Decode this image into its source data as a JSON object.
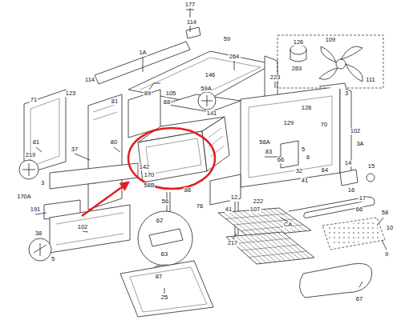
{
  "diagram": {
    "labels": [
      "177",
      "114",
      "59",
      "1A",
      "264",
      "126",
      "109",
      "263",
      "111",
      "114",
      "223",
      "146",
      "59A",
      "71",
      "123",
      "81",
      "89",
      "105",
      "88",
      "141",
      "128",
      "129",
      "3",
      "70",
      "102",
      "3A",
      "81",
      "37",
      "80",
      "83",
      "58A",
      "5",
      "6",
      "219",
      "3",
      "142",
      "170",
      "170A",
      "191",
      "58B",
      "86",
      "56",
      "76",
      "12",
      "222",
      "41",
      "107",
      "32",
      "64",
      "14",
      "15",
      "41",
      "16",
      "17",
      "66",
      "102",
      "62",
      "63",
      "38",
      "5",
      "87",
      "217",
      "CA",
      "58",
      "10",
      "9",
      "67",
      "25",
      "66"
    ]
  }
}
